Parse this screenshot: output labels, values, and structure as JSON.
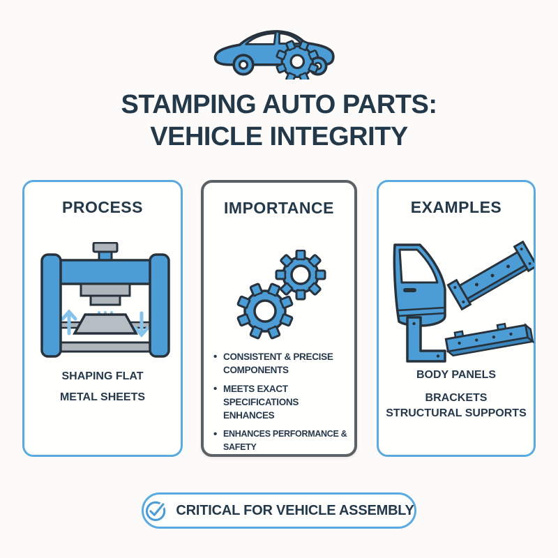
{
  "palette": {
    "blue": "#4C9DD6",
    "light_blue": "#85C3EA",
    "dark_blue_shade": "#3A85BB",
    "outline": "#27323C",
    "navy_text": "#233849",
    "gray_metal": "#AEB6BC",
    "card_border_blue": "#5AAADF",
    "card_border_gray": "#5C6166",
    "background": "#FCFBF9"
  },
  "header": {
    "icon": "car-with-gear-icon",
    "title_line1": "STAMPING AUTO PARTS:",
    "title_line2": "VEHICLE INTEGRITY"
  },
  "columns": [
    {
      "title": "PROCESS",
      "icon": "stamping-press-icon",
      "caption_lines": [
        "SHAPING FLAT",
        "METAL SHEETS"
      ]
    },
    {
      "title": "IMPORTANCE",
      "icon": "interlocking-gears-icon",
      "bullets": [
        "CONSISTENT & PRECISE COMPONENTS",
        "MEETS EXACT SPECIFICATIONS ENHANCES",
        "ENHANCES PERFORMANCE & SAFETY"
      ]
    },
    {
      "title": "EXAMPLES",
      "icon": "stamped-parts-icons",
      "caption_lines": [
        "BODY PANELS",
        "BRACKETS",
        "STRUCTURAL SUPPORTS"
      ]
    }
  ],
  "footer": {
    "icon": "check-circle-icon",
    "label": "CRITICAL FOR VEHICLE ASSEMBLY"
  }
}
